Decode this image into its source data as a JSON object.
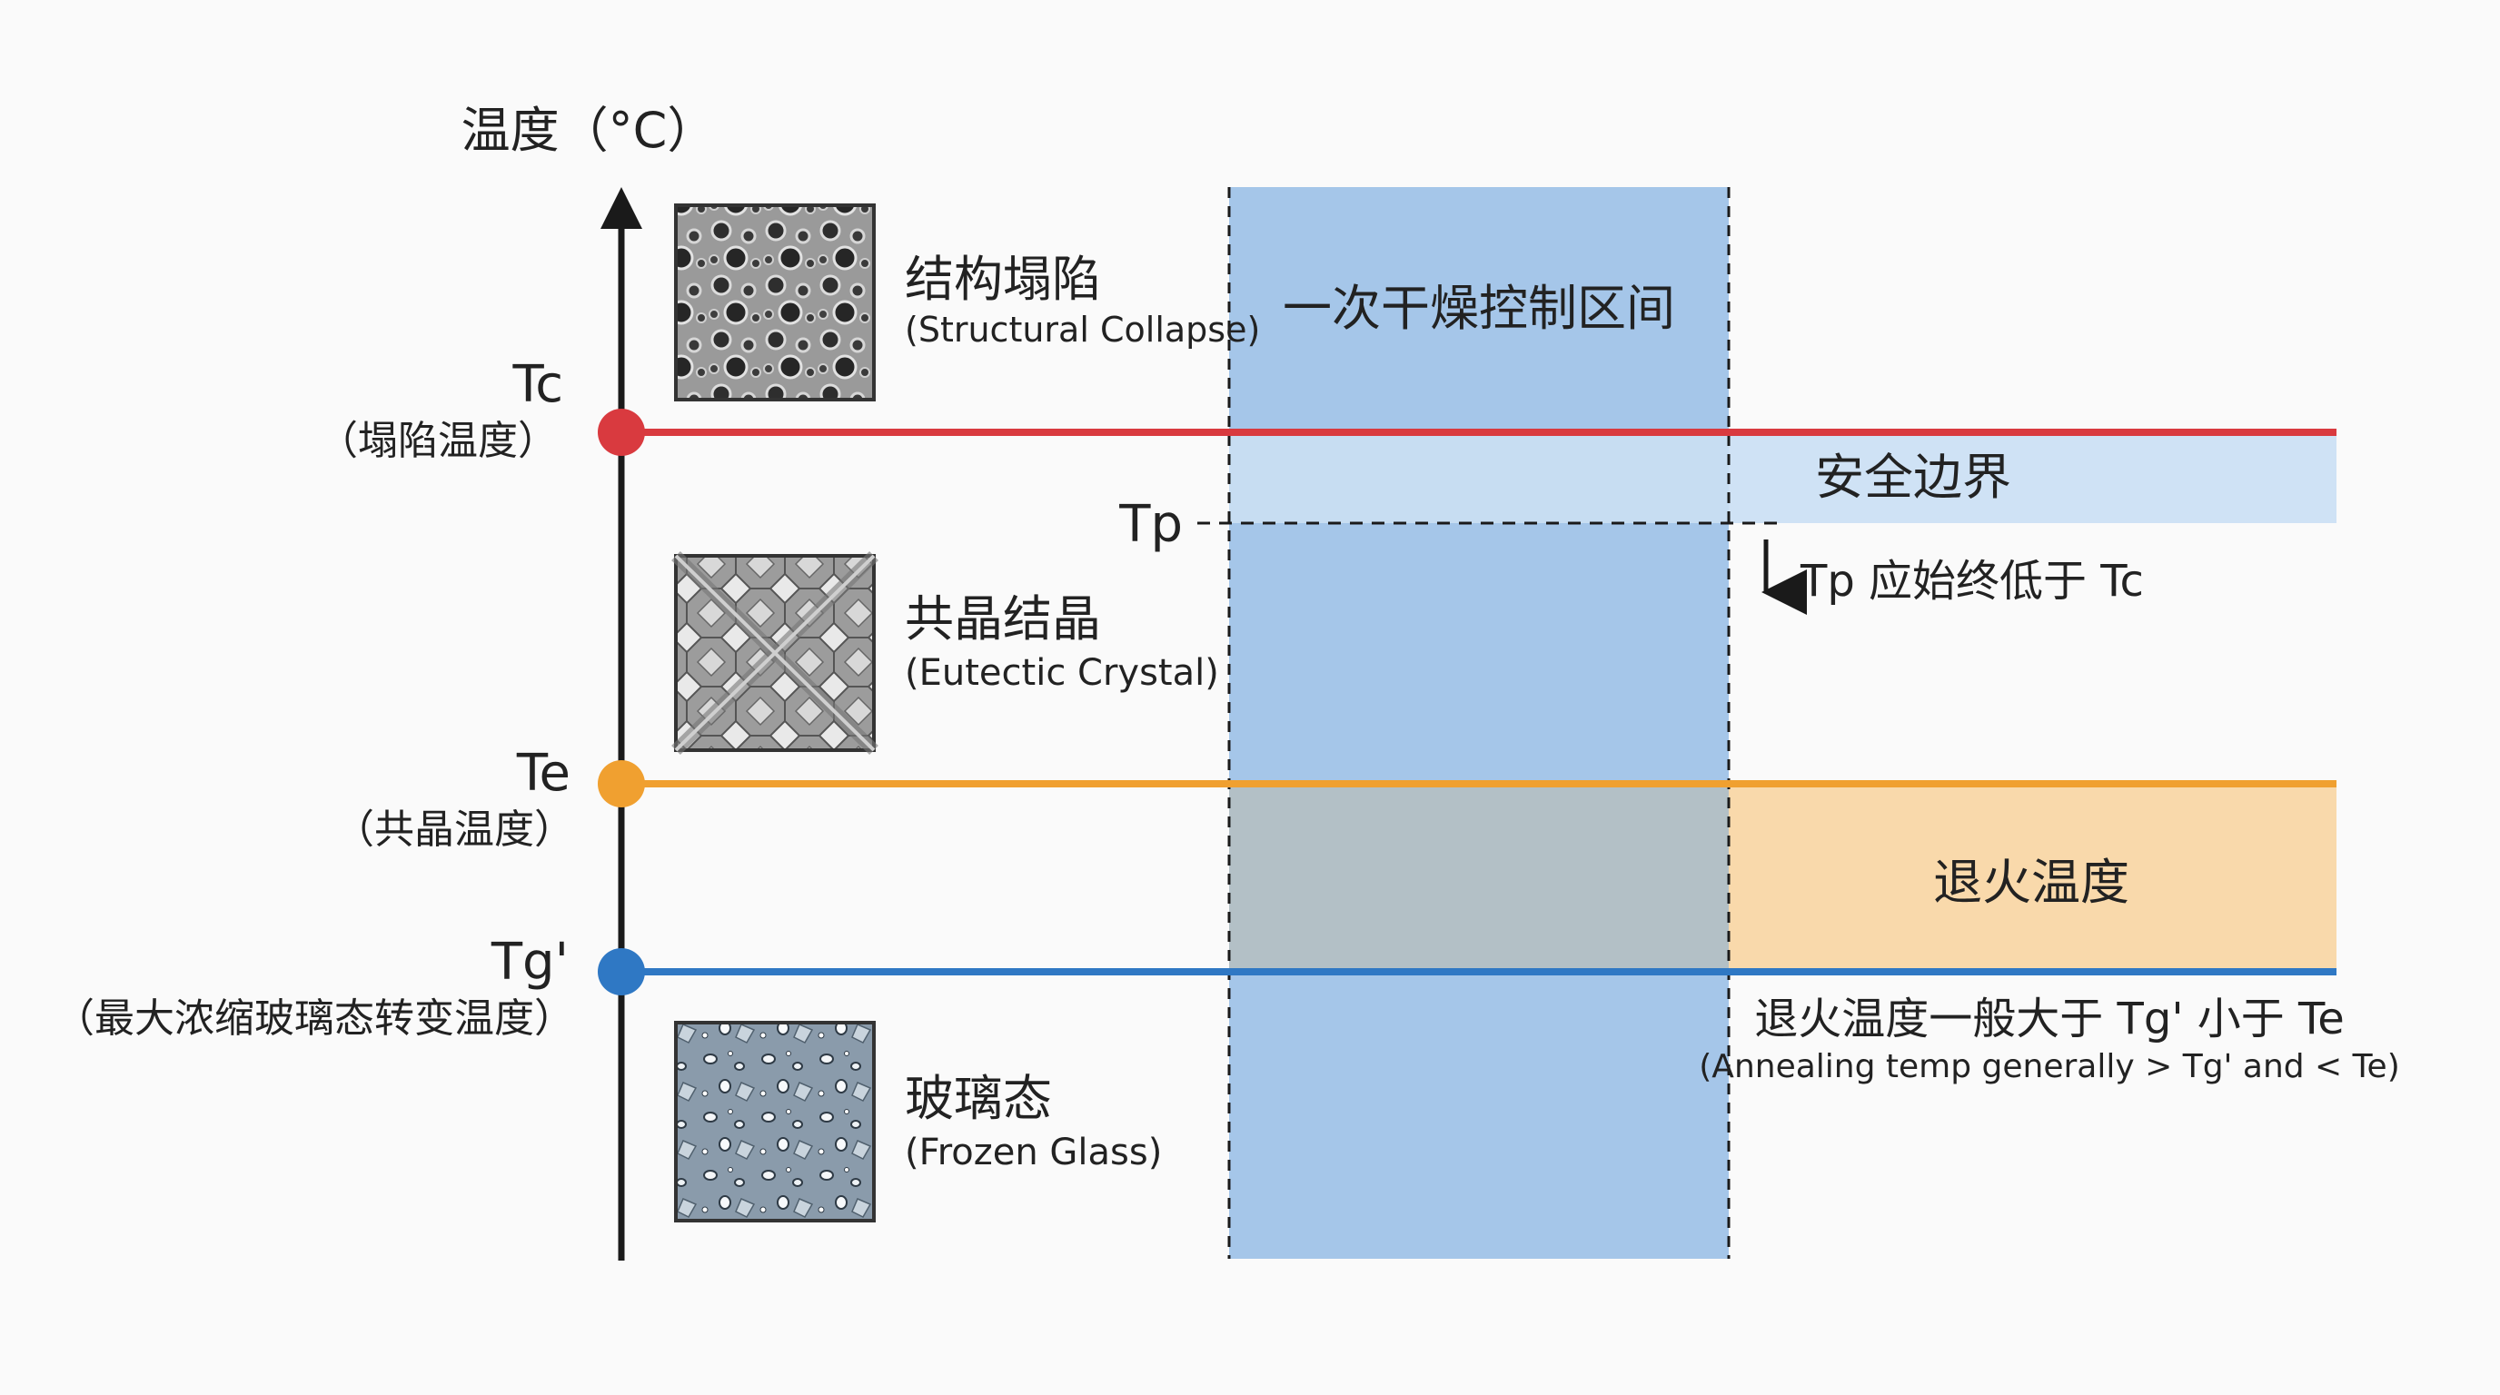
{
  "axis": {
    "label": "温度（°C）"
  },
  "colors": {
    "background": "#fafafa",
    "axis": "#1a1a1a",
    "tc": "#d93a3f",
    "te": "#f0a030",
    "tg": "#2f78c4",
    "drying_zone": "#a5c6e9",
    "safety_band": "#cfe2f5",
    "annealing_band": "#f9d9ab",
    "overlap_zone": "#b3c0c6"
  },
  "levels": {
    "tc": {
      "symbol": "Tc",
      "name": "（塌陷温度）"
    },
    "te": {
      "symbol": "Te",
      "name": "（共晶温度）"
    },
    "tg": {
      "symbol": "Tg'",
      "name": "（最大浓缩玻璃态转变温度）"
    }
  },
  "states": [
    {
      "zh": "结构塌陷",
      "en": "(Structural Collapse)",
      "icon": "porous-collapse-texture-icon"
    },
    {
      "zh": "共晶结晶",
      "en": "(Eutectic Crystal)",
      "icon": "eutectic-crystal-pattern-icon"
    },
    {
      "zh": "玻璃态",
      "en": "(Frozen Glass)",
      "icon": "frozen-glass-texture-icon"
    }
  ],
  "zones": {
    "drying": "一次干燥控制区间",
    "safety": "安全边界",
    "annealing": "退火温度"
  },
  "tp": {
    "symbol": "Tp",
    "note": "Tp 应始终低于 Tc"
  },
  "annealing_note": {
    "zh": "退火温度一般大于 Tg' 小于 Te",
    "en": "(Annealing temp generally > Tg' and < Te)"
  }
}
